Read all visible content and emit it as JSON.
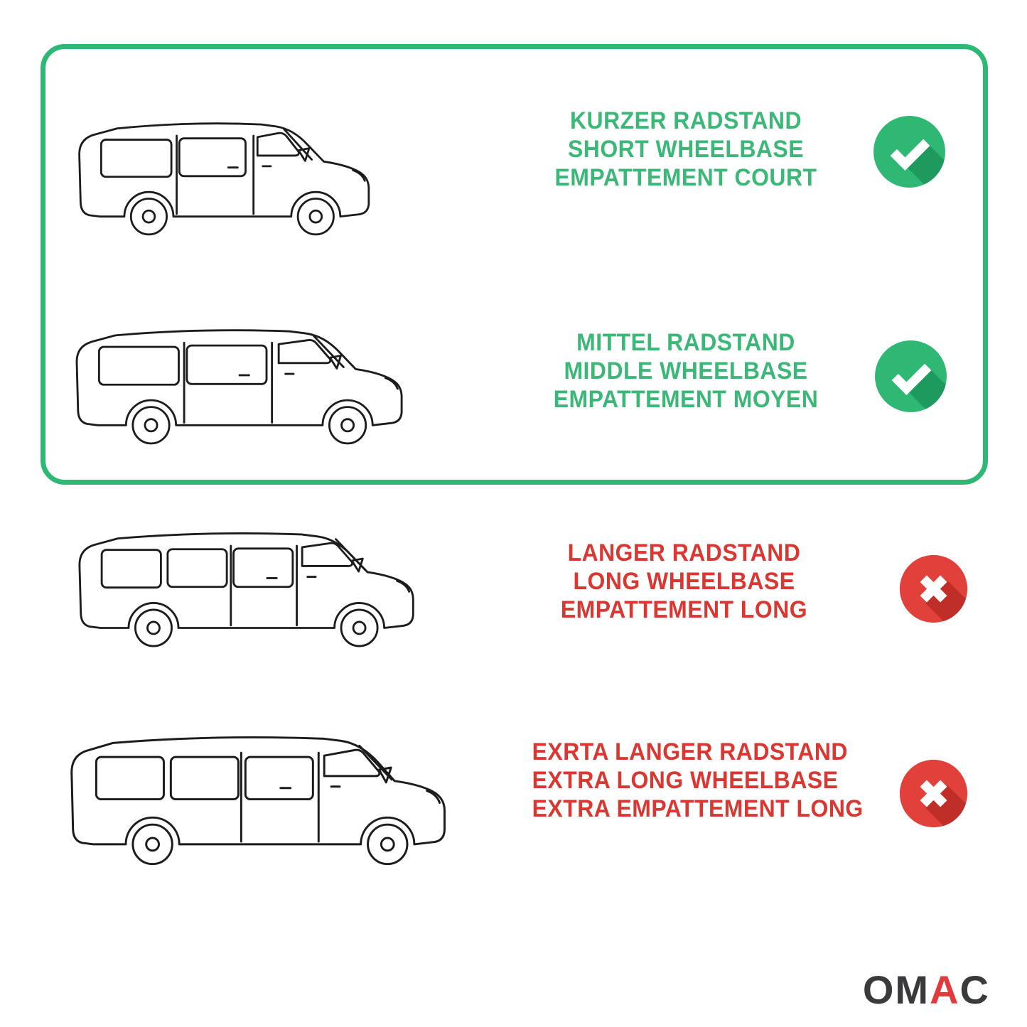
{
  "rows": [
    {
      "id": "short-wheelbase",
      "lines": [
        "KURZER RADSTAND",
        "SHORT WHEELBASE",
        "EMPATTEMENT COURT"
      ],
      "status": "included",
      "badge": "check"
    },
    {
      "id": "middle-wheelbase",
      "lines": [
        "MITTEL RADSTAND",
        "MIDDLE WHEELBASE",
        "EMPATTEMENT MOYEN"
      ],
      "status": "included",
      "badge": "check"
    },
    {
      "id": "long-wheelbase",
      "lines": [
        "LANGER RADSTAND",
        "LONG WHEELBASE",
        "EMPATTEMENT LONG"
      ],
      "status": "excluded",
      "badge": "cross"
    },
    {
      "id": "extra-long-wheelbase",
      "lines": [
        "EXRTA LANGER RADSTAND",
        "EXTRA LONG WHEELBASE",
        "EXTRA EMPATTEMENT LONG"
      ],
      "status": "excluded",
      "badge": "cross"
    }
  ],
  "logo": {
    "part1": "OM",
    "part2": "A",
    "part3": "C"
  },
  "colors": {
    "accent_green": "#2eb874",
    "accent_green_dark": "#1f9a5f",
    "accent_red": "#e2403a",
    "accent_red_dark": "#bf2f28",
    "text_green": "#3bb878",
    "text_red": "#d93731",
    "frame_green": "#2eb874",
    "line_art": "#1c1c1c",
    "logo_dark": "#3a3a3c",
    "logo_red": "#e03a3c",
    "background": "#ffffff"
  }
}
